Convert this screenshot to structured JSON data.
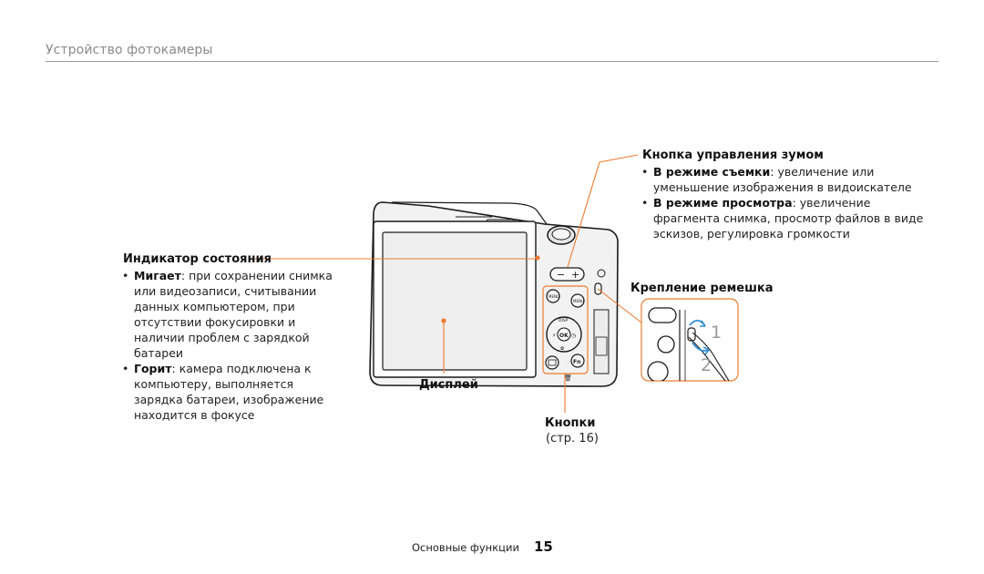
{
  "header": {
    "section_title": "Устройство фотокамеры"
  },
  "zoom": {
    "heading": "Кнопка управления зумом",
    "items": [
      {
        "bold": "В режиме съемки",
        "text": ": увеличение или уменьшение изображения в видоискателе"
      },
      {
        "bold": "В режиме просмотра",
        "text": ": увеличение фрагмента снимка, просмотр файлов в виде эскизов, регулировка громкости"
      }
    ]
  },
  "status": {
    "heading": "Индикатор состояния",
    "items": [
      {
        "bold": "Мигает",
        "text": ": при сохранении снимка или видеозаписи, считывании данных компьютером, при отсутствии фокусировки и наличии проблем с зарядкой батареи"
      },
      {
        "bold": "Горит",
        "text": ": камера подключена к компьютеру, выполняется зарядка батареи, изображение находится в фокусе"
      }
    ]
  },
  "strap": {
    "heading": "Крепление ремешка",
    "step1": "1",
    "step2": "2"
  },
  "display": {
    "label": "Дисплей"
  },
  "buttons": {
    "label": "Кнопки",
    "page_ref": "(стр. 16)"
  },
  "camera_labels": {
    "menu": "MENU",
    "disp": "DISP",
    "ok": "OK",
    "fn": "Fn"
  },
  "footer": {
    "text": "Основные функции",
    "page": "15"
  },
  "colors": {
    "leader": "#ee7b30",
    "arrow": "#2e8fd6",
    "header_rule": "#9a9a9a"
  }
}
